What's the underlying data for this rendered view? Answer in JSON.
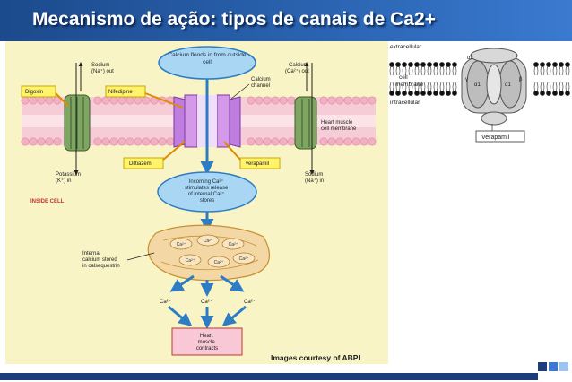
{
  "slide": {
    "title": "Mecanismo de ação: tipos de canais de Ca2+"
  },
  "diagram_left": {
    "top_bubble": "Calcium floods in from outside cell",
    "sodium_out": [
      "Sodium",
      "(Na⁺) out"
    ],
    "calcium_out": [
      "Calcium",
      "(Ca²⁺) out"
    ],
    "digoxin": "Digoxin",
    "nifedipine": "Nifedipine",
    "calcium_channel": [
      "Calcium",
      "channel"
    ],
    "heart_membrane": [
      "Heart muscle",
      "cell membrane"
    ],
    "diltiazem": "Diltiazem",
    "verapamil": "verapamil",
    "potassium_in": [
      "Potassium",
      "(K⁺) in"
    ],
    "sodium_in": [
      "Sodium",
      "(Na⁺) in"
    ],
    "inside_cell": "INSIDE CELL",
    "release_bubble": [
      "Incoming Ca²⁺",
      "stimulates release",
      "of internal Ca²⁺",
      "stores"
    ],
    "internal_calcium": [
      "Internal",
      "calcium stored",
      "in calsequestrin"
    ],
    "ca_label": "Ca²⁺",
    "heart_box": [
      "Heart",
      "muscle",
      "contracts"
    ],
    "credit": "Images courtesy of ABPI"
  },
  "diagram_right": {
    "extracellular": "extracellular",
    "membrane": "membrane",
    "intracellular": "intracellular",
    "cell": "cell",
    "subunits": [
      "α2",
      "γ",
      "α1",
      "α1",
      "β"
    ],
    "verapamil": "Verapamil"
  },
  "colors": {
    "header_blue": "#2a63b0",
    "panel_cream": "#f8f4c6",
    "bubble_blue": "#a9d6f2",
    "channel_purple": "#b06ad8",
    "pink_membrane": "#f2b8c6",
    "label_yellow": "#fff36b",
    "arrow_blue": "#2e7cc4"
  }
}
